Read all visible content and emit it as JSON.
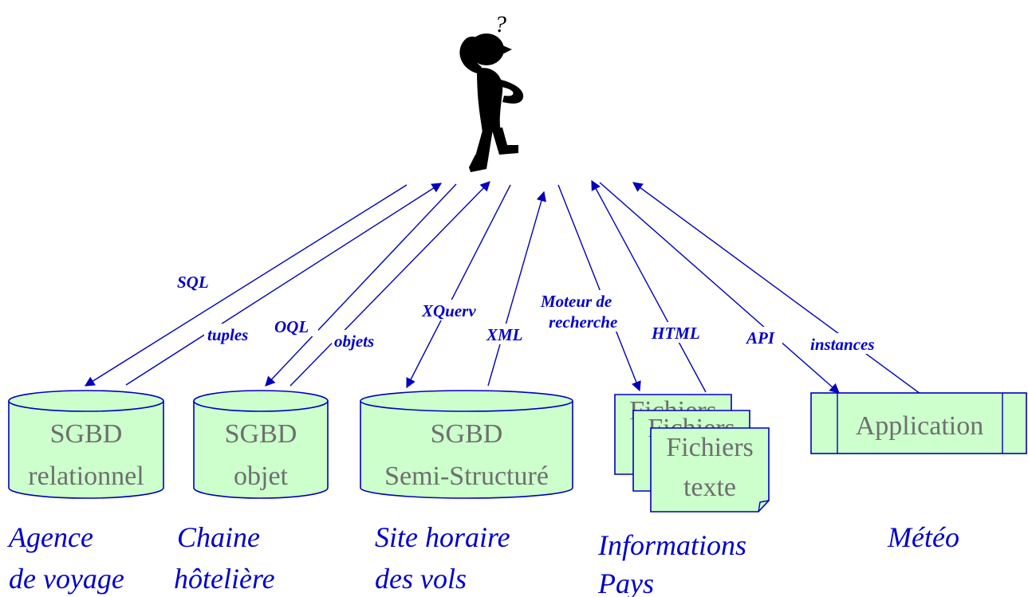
{
  "colors": {
    "line": "#0000bb",
    "edge_label": "#0000cc",
    "store_fill": "#ccffcc",
    "store_text": "#6f6f6f",
    "figure": "#000000"
  },
  "figure": {
    "question_mark": "?"
  },
  "edge_labels": {
    "sql": "SQL",
    "tuples": "tuples",
    "oql": "OQL",
    "objets": "objets",
    "xquery": "XQuerv",
    "xml": "XML",
    "moteur_1": "Moteur de",
    "moteur_2": "recherche",
    "html": "HTML",
    "api": "API",
    "instances": "instances"
  },
  "stores": {
    "relationnel": {
      "line1": "SGBD",
      "line2": "relationnel"
    },
    "objet": {
      "line1": "SGBD",
      "line2": "objet"
    },
    "semi": {
      "line1": "SGBD",
      "line2": "Semi-Structuré"
    },
    "fichiers": {
      "back": "Fichiers",
      "middle": "Fichiers",
      "front1": "Fichiers",
      "front2": "texte"
    },
    "application": {
      "label": "Application"
    }
  },
  "sources": {
    "agence": {
      "line1": "Agence",
      "line2": "de voyage"
    },
    "chaine": {
      "line1": "Chaine",
      "line2": "hôtelière"
    },
    "site": {
      "line1": "Site horaire",
      "line2": "des vols"
    },
    "infos": {
      "line1": "Informations",
      "line2": "Pays"
    },
    "meteo": {
      "line1": "Météo"
    }
  }
}
